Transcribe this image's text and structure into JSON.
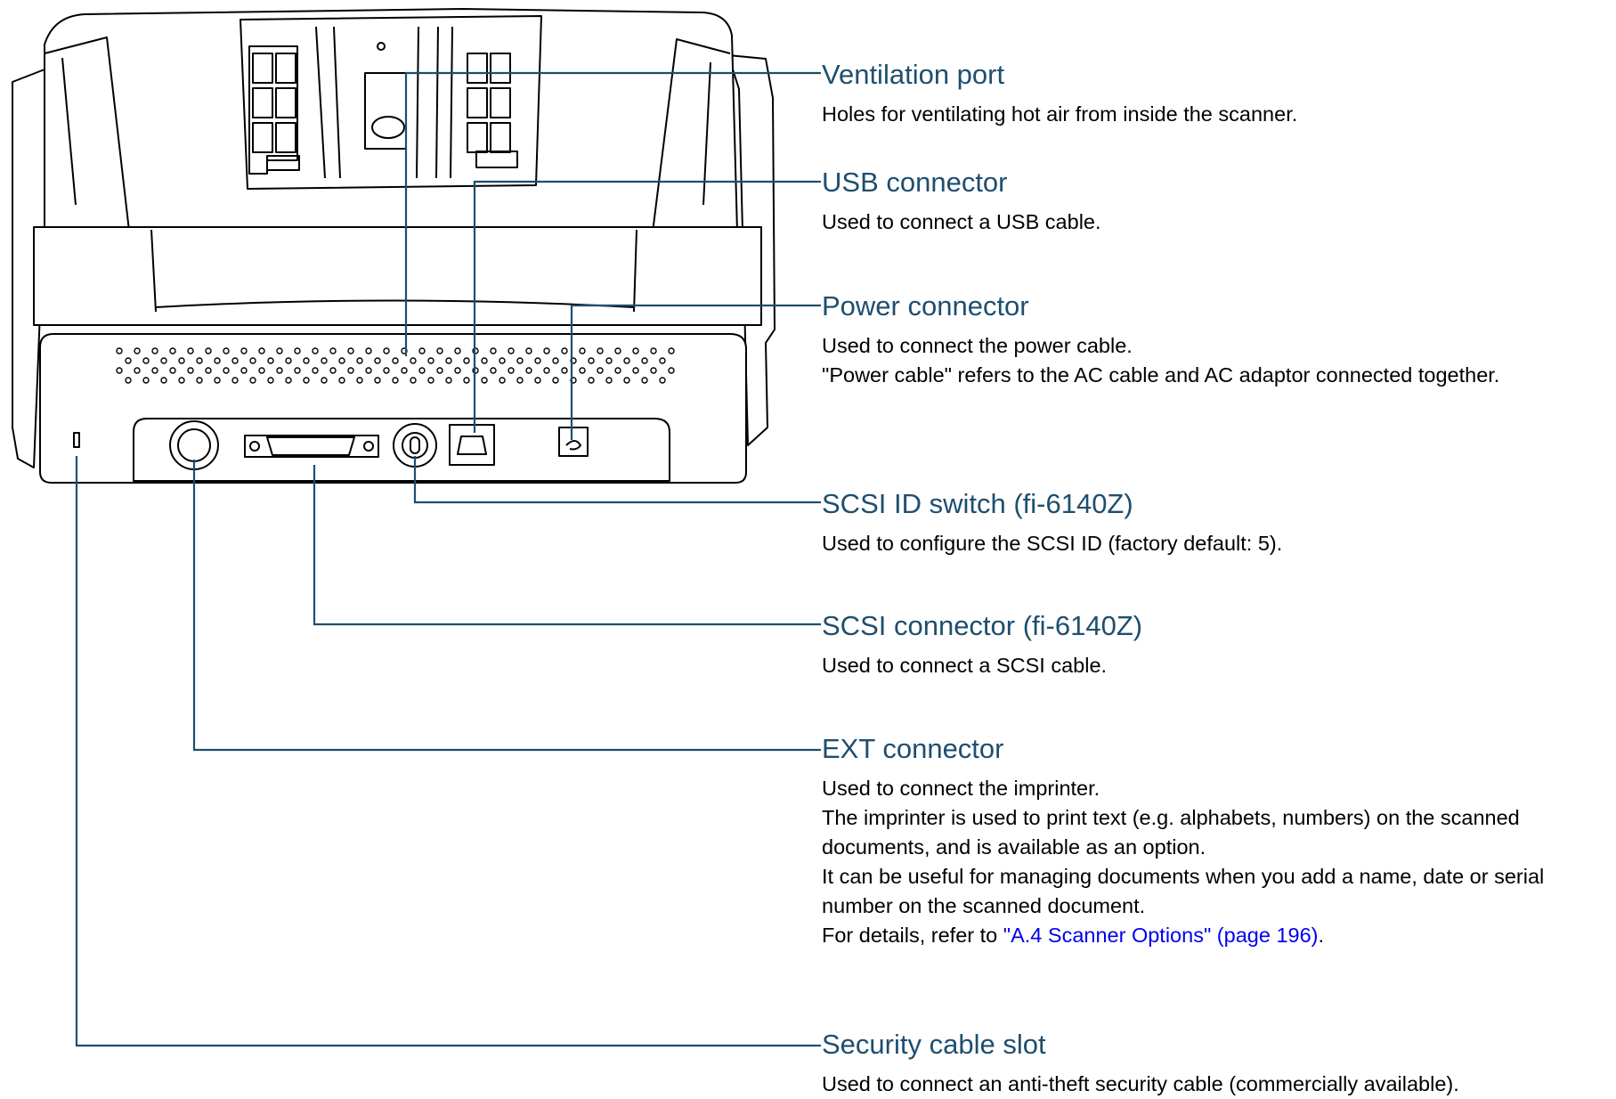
{
  "callouts": [
    {
      "id": "ventilation-port",
      "title": "Ventilation port",
      "lines": [
        "Holes for ventilating hot air from inside the scanner."
      ]
    },
    {
      "id": "usb-connector",
      "title": "USB connector",
      "lines": [
        "Used to connect a USB cable."
      ]
    },
    {
      "id": "power-connector",
      "title": "Power connector",
      "lines": [
        "Used to connect the power cable.",
        "\"Power cable\" refers to the AC cable and AC adaptor connected together."
      ]
    },
    {
      "id": "scsi-id-switch",
      "title": "SCSI ID switch (fi-6140Z)",
      "lines": [
        "Used to configure the SCSI ID (factory default: 5)."
      ]
    },
    {
      "id": "scsi-connector",
      "title": "SCSI connector (fi-6140Z)",
      "lines": [
        "Used to connect a SCSI cable."
      ]
    },
    {
      "id": "ext-connector",
      "title": "EXT connector",
      "lines": [
        "Used to connect the imprinter.",
        "The imprinter is used to print text (e.g. alphabets, numbers) on the scanned documents, and is available as an option.",
        "It can be useful for managing documents when you add a name, date or serial number on the scanned document."
      ],
      "ref": {
        "prefix": "For details, refer to ",
        "link": "\"A.4 Scanner Options\" (page 196)",
        "suffix": "."
      }
    },
    {
      "id": "security-cable-slot",
      "title": "Security cable slot",
      "lines": [
        "Used to connect an anti-theft security cable (commercially available)."
      ]
    }
  ],
  "colors": {
    "leader_line": "#1f4e6e",
    "title_text": "#1f4e6e",
    "link_text": "#0000ee"
  }
}
